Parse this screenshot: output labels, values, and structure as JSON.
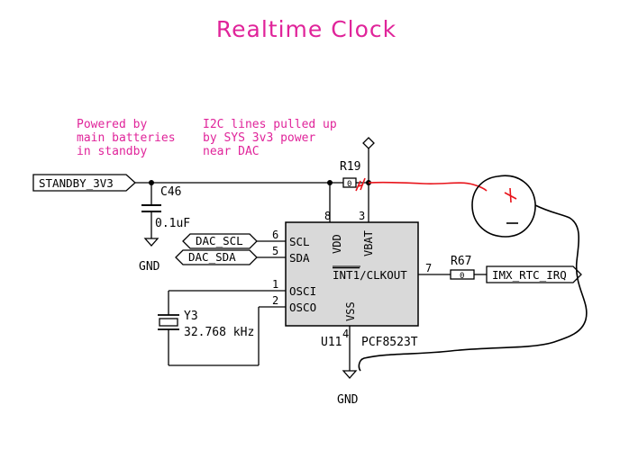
{
  "title": "Realtime Clock",
  "notes": {
    "standby_l1": "Powered by",
    "standby_l2": "main batteries",
    "standby_l3": "in standby",
    "i2c_l1": "I2C lines pulled up",
    "i2c_l2": "by SYS 3v3 power",
    "i2c_l3": "near DAC"
  },
  "nets": {
    "standby": "STANDBY_3V3",
    "dac_scl": "DAC_SCL",
    "dac_sda": "DAC_SDA",
    "irq": "IMX_RTC_IRQ",
    "gnd_left": "GND",
    "gnd_bottom": "GND"
  },
  "components": {
    "c46_ref": "C46",
    "c46_val": "0.1uF",
    "r19_ref": "R19",
    "r19_val": "0",
    "r67_ref": "R67",
    "r67_val": "0",
    "y3_ref": "Y3",
    "y3_val": "32.768 kHz",
    "u11_ref": "U11",
    "u11_val": "PCF8523T"
  },
  "chip_pins": {
    "scl": "SCL",
    "sda": "SDA",
    "osci": "OSCI",
    "osco": "OSCO",
    "vdd": "VDD",
    "vbat": "VBAT",
    "vss": "VSS",
    "int": "INT1",
    "clkout": "/CLKOUT",
    "n6": "6",
    "n5": "5",
    "n1": "1",
    "n2": "2",
    "n8": "8",
    "n3": "3",
    "n4": "4",
    "n7": "7"
  },
  "battery": {
    "plus": "+",
    "minus": "_"
  },
  "colors": {
    "accent": "#e0249a",
    "wire": "#000000",
    "chip_fill": "#d9d9d9",
    "annotation": "#e8141b"
  }
}
